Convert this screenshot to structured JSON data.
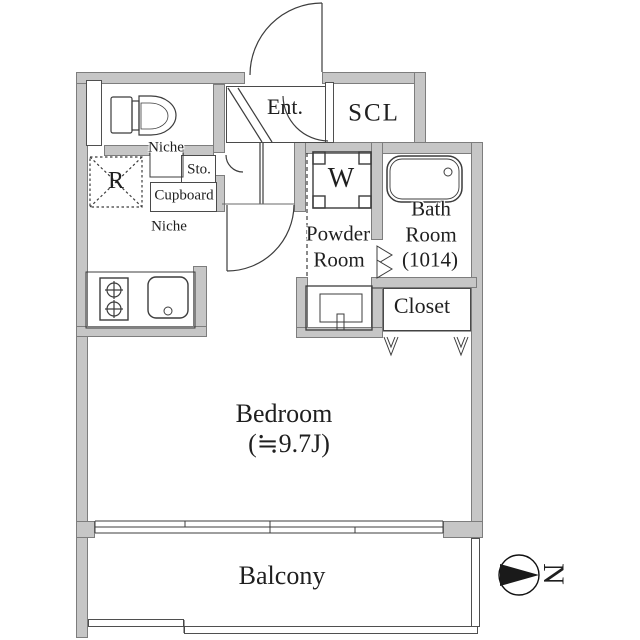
{
  "labels": {
    "ent": "Ent.",
    "scl": "SCL",
    "niche_top": "Niche",
    "sto": "Sto.",
    "cupboard": "Cupboard",
    "niche_bottom": "Niche",
    "refrigerator": "R",
    "washer": "W",
    "powder_line1": "Powder",
    "powder_line2": "Room",
    "bath_line1": "Bath",
    "bath_line2": "Room",
    "bath_line3": "(1014)",
    "closet": "Closet",
    "bedroom_line1": "Bedroom",
    "bedroom_line2": "(≒9.7J)",
    "balcony": "Balcony",
    "north": "N"
  },
  "colors": {
    "wall_fill": "#c6c6c6",
    "wall_edge": "#7d7d7d",
    "line": "#3c3c3c",
    "text": "#1f1f1f"
  }
}
